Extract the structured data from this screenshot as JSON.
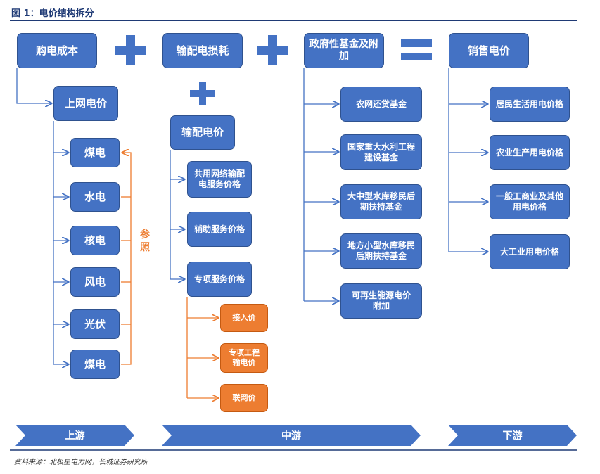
{
  "figure": {
    "title": "图 1：电价结构拆分",
    "source": "资料来源：北极星电力网，长城证券研究所"
  },
  "colors": {
    "box": "#4472c4",
    "orange": "#ed7d31",
    "navy": "#1f3a75"
  },
  "top": {
    "purchase_cost": "购电成本",
    "transmission_loss": "输配电损耗",
    "gov_fund": "政府性基金及附加",
    "sales_price": "销售电价"
  },
  "purchase": {
    "grid_price": "上网电价",
    "sources": [
      "煤电",
      "水电",
      "核电",
      "风电",
      "光伏",
      "煤电"
    ],
    "reference_label": "参照"
  },
  "transmission": {
    "price": "输配电价",
    "items": [
      "共用网络输配电服务价格",
      "辅助服务价格",
      "专项服务价格"
    ],
    "special": [
      "接入价",
      "专项工程输电价",
      "联网价"
    ]
  },
  "funds": [
    "农网还贷基金",
    "国家重大水利工程建设基金",
    "大中型水库移民后期扶持基金",
    "地方小型水库移民后期扶持基金",
    "可再生能源电价附加"
  ],
  "sales": [
    "居民生活用电价格",
    "农业生产用电价格",
    "一般工商业及其他用电价格",
    "大工业用电价格"
  ],
  "stages": {
    "upstream": "上游",
    "midstream": "中游",
    "downstream": "下游"
  }
}
